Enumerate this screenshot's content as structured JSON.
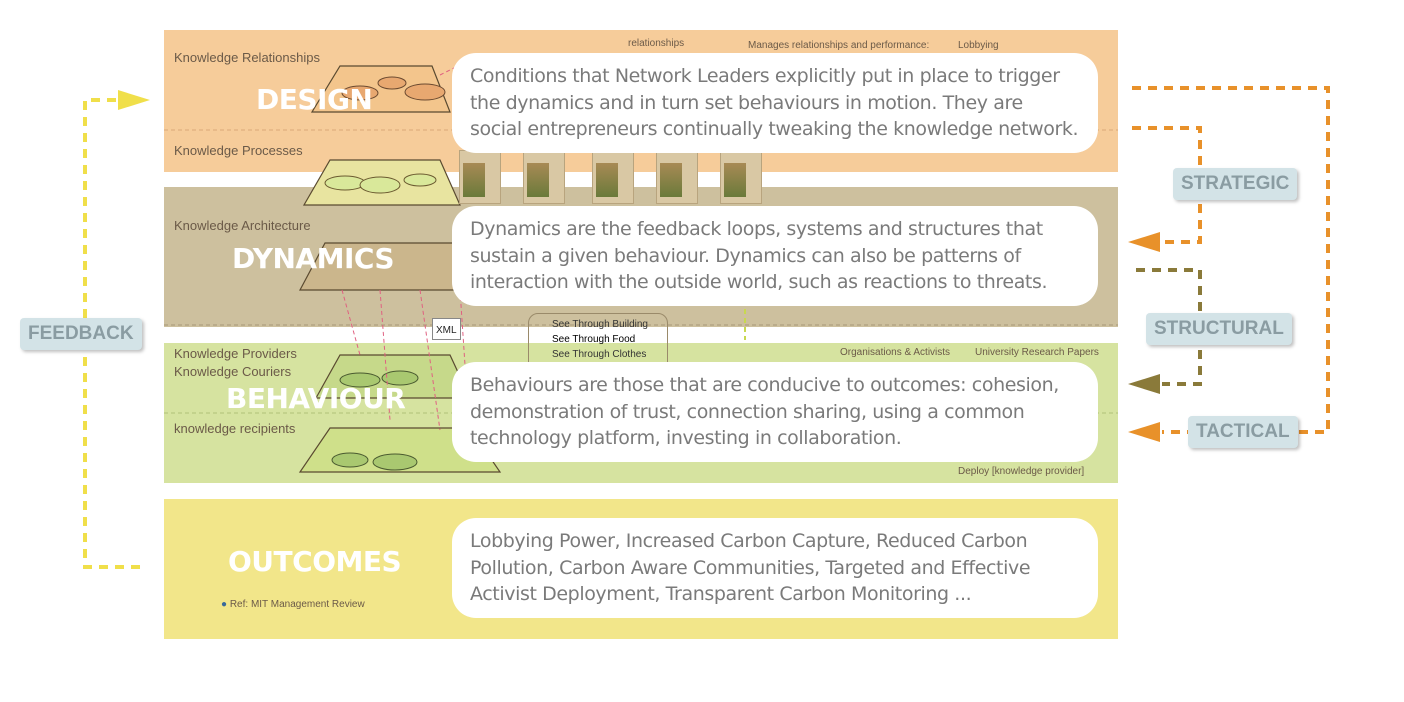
{
  "colors": {
    "design": "#f6cc9a",
    "dynamics": "#cdc09e",
    "behaviour": "#d6e3a0",
    "outcomes": "#f2e68a",
    "strategic": "#e8912a",
    "structural": "#8a7a3a",
    "feedback": "#f0df4a"
  },
  "design": {
    "title": "DESIGN",
    "labels": [
      "Knowledge Relationships",
      "Knowledge Processes"
    ],
    "tag": "relationships",
    "manages": "Manages relationships and performance:",
    "lobbying": "Lobbying",
    "description": "Conditions that Network Leaders explicitly put in place to trigger the dynamics and in turn set behaviours in motion. They are social entrepreneurs continually tweaking the knowledge network."
  },
  "dynamics": {
    "title": "DYNAMICS",
    "label": "Knowledge Architecture",
    "xml": "XML",
    "description": "Dynamics are the feedback loops, systems and structures that sustain a given behaviour. Dynamics can also be patterns of interaction with the outside world, such as reactions to threats."
  },
  "behaviour": {
    "title": "BEHAVIOUR",
    "labels": [
      "Knowledge Providers",
      "Knowledge Couriers",
      "knowledge recipients"
    ],
    "options": [
      "See Through Building",
      "See Through Food",
      "See Through Clothes"
    ],
    "sources": [
      "Organisations & Activists",
      "University Research Papers"
    ],
    "deploy": "Deploy [knowledge provider]",
    "description": "Behaviours are those that are conducive to outcomes: cohesion, demonstration of trust, connection sharing, using a common technology platform, investing in collaboration."
  },
  "outcomes": {
    "title": "OUTCOMES",
    "ref": "Ref: MIT Management Review",
    "description": "Lobbying Power, Increased Carbon Capture, Reduced Carbon Pollution, Carbon Aware Communities, Targeted and Effective Activist Deployment, Transparent Carbon Monitoring ..."
  },
  "loops": {
    "feedback": "FEEDBACK",
    "strategic": "STRATEGIC",
    "structural": "STRUCTURAL",
    "tactical": "TACTICAL"
  }
}
